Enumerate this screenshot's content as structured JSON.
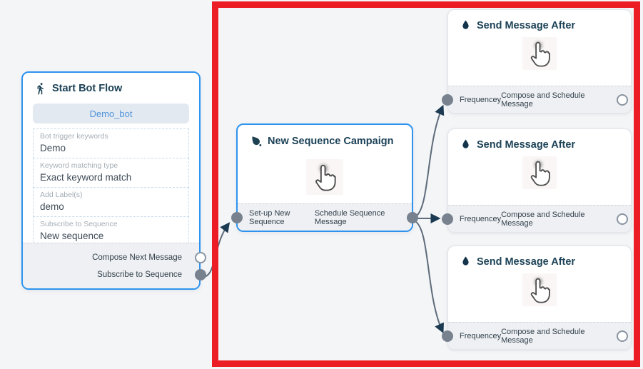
{
  "colors": {
    "canvas_bg": "#f4f5f7",
    "active_node_border": "#2e93ee",
    "highlight_red": "#ec1c24",
    "connector_gray": "#78828f",
    "wire_gray": "#5d6b7a",
    "arrow_navy": "#1c3a52",
    "title_navy": "#1c4257",
    "link_blue": "#4f94da"
  },
  "icons": {
    "start_node_icon": "walking-person-icon",
    "campaign_node_icon": "ink-drop-icon",
    "send_node_icon": "water-drop-icon",
    "placeholder_icon": "hand-pointer-icon"
  },
  "start_bot_flow": {
    "title": "Start Bot Flow",
    "bot_name_button": "Demo_bot",
    "fields": [
      {
        "label": "Bot trigger keywords",
        "value": "Demo"
      },
      {
        "label": "Keyword matching type",
        "value": "Exact keyword match"
      },
      {
        "label": "Add Label(s)",
        "value": "demo"
      },
      {
        "label": "Subscribe to Sequence",
        "value": "New sequence"
      }
    ],
    "ports": [
      {
        "label": "Compose Next Message",
        "connected": false
      },
      {
        "label": "Subscribe to Sequence",
        "connected": true
      }
    ]
  },
  "new_sequence_campaign": {
    "title": "New Sequence Campaign",
    "port_left": "Set-up New Sequence",
    "port_right": "Schedule Sequence Message"
  },
  "send_message_after": {
    "title": "Send Message After",
    "port_in": "Frequencey",
    "port_out": "Compose and Schedule Message"
  }
}
